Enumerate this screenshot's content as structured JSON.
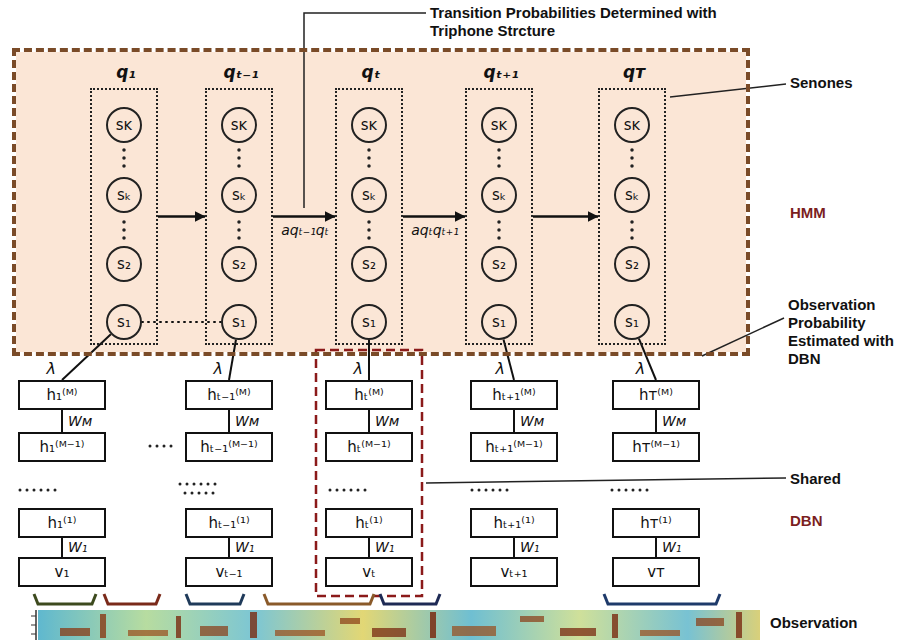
{
  "diagram": {
    "nodes": [
      {
        "text": [
          "HMM"
        ]
      },
      {
        "text": [
          "q₁"
        ],
        "in": 0
      },
      {
        "text": [
          "sᴋ"
        ],
        "in": 1
      },
      {
        "text": [
          "sₖ"
        ],
        "in": 1
      },
      {
        "text": [
          "s₂"
        ],
        "in": 1
      },
      {
        "text": [
          "s₁"
        ],
        "in": 1
      },
      {
        "text": [
          "qₜ₋₁"
        ],
        "in": 0
      },
      {
        "text": [
          "sᴋ"
        ],
        "in": 6
      },
      {
        "text": [
          "sₖ"
        ],
        "in": 6
      },
      {
        "text": [
          "s₂"
        ],
        "in": 6
      },
      {
        "text": [
          "s₁"
        ],
        "in": 6
      },
      {
        "text": [
          "qₜ"
        ],
        "in": 0
      },
      {
        "text": [
          "sᴋ"
        ],
        "in": 11
      },
      {
        "text": [
          "sₖ"
        ],
        "in": 11
      },
      {
        "text": [
          "s₂"
        ],
        "in": 11
      },
      {
        "text": [
          "s₁"
        ],
        "in": 11
      },
      {
        "text": [
          "qₜ₊₁"
        ],
        "in": 0
      },
      {
        "text": [
          "sᴋ"
        ],
        "in": 16
      },
      {
        "text": [
          "sₖ"
        ],
        "in": 16
      },
      {
        "text": [
          "s₂"
        ],
        "in": 16
      },
      {
        "text": [
          "s₁"
        ],
        "in": 16
      },
      {
        "text": [
          "qᴛ"
        ],
        "in": 0
      },
      {
        "text": [
          "sᴋ"
        ],
        "in": 21
      },
      {
        "text": [
          "sₖ"
        ],
        "in": 21
      },
      {
        "text": [
          "s₂"
        ],
        "in": 21
      },
      {
        "text": [
          "s₁"
        ],
        "in": 21
      },
      {
        "text": [
          "h₁⁽ᴹ⁾"
        ]
      },
      {
        "text": [
          "h₁⁽ᴹ⁻¹⁾"
        ]
      },
      {
        "text": [
          "h₁⁽¹⁾"
        ]
      },
      {
        "text": [
          "v₁"
        ]
      },
      {
        "text": [
          "hₜ₋₁⁽ᴹ⁾"
        ]
      },
      {
        "text": [
          "hₜ₋₁⁽ᴹ⁻¹⁾"
        ]
      },
      {
        "text": [
          "hₜ₋₁⁽¹⁾"
        ]
      },
      {
        "text": [
          "vₜ₋₁"
        ]
      },
      {
        "text": [
          "hₜ⁽ᴹ⁾"
        ]
      },
      {
        "text": [
          "hₜ⁽ᴹ⁻¹⁾"
        ]
      },
      {
        "text": [
          "hₜ⁽¹⁾"
        ]
      },
      {
        "text": [
          "vₜ"
        ]
      },
      {
        "text": [
          "hₜ₊₁⁽ᴹ⁾"
        ]
      },
      {
        "text": [
          "hₜ₊₁⁽ᴹ⁻¹⁾"
        ]
      },
      {
        "text": [
          "hₜ₊₁⁽¹⁾"
        ]
      },
      {
        "text": [
          "vₜ₊₁"
        ]
      },
      {
        "text": [
          "hᴛ⁽ᴹ⁾"
        ]
      },
      {
        "text": [
          "hᴛ⁽ᴹ⁻¹⁾"
        ]
      },
      {
        "text": [
          "hᴛ⁽¹⁾"
        ]
      },
      {
        "text": [
          "vᴛ"
        ]
      }
    ],
    "edges": [
      {
        "from": 1,
        "to": 6,
        "arrow": "to"
      },
      {
        "from": 6,
        "to": 11,
        "label": "aqₜ₋₁qₜ",
        "arrow": "to"
      },
      {
        "from": 11,
        "to": 16,
        "label": "aqₜqₜ₊₁",
        "arrow": "to"
      },
      {
        "from": 16,
        "to": 21,
        "arrow": "to"
      },
      {
        "from": 5,
        "to": 26,
        "label": "λ",
        "arrow": "none"
      },
      {
        "from": 10,
        "to": 30,
        "label": "λ",
        "arrow": "none"
      },
      {
        "from": 15,
        "to": 34,
        "label": "λ",
        "arrow": "none"
      },
      {
        "from": 20,
        "to": 38,
        "label": "λ",
        "arrow": "none"
      },
      {
        "from": 25,
        "to": 42,
        "label": "λ",
        "arrow": "none"
      },
      {
        "from": 26,
        "to": 27,
        "label": "Wᴍ",
        "arrow": "none"
      },
      {
        "from": 28,
        "to": 29,
        "label": "W₁",
        "arrow": "none"
      },
      {
        "from": 30,
        "to": 31,
        "label": "Wᴍ",
        "arrow": "none"
      },
      {
        "from": 32,
        "to": 33,
        "label": "W₁",
        "arrow": "none"
      },
      {
        "from": 34,
        "to": 35,
        "label": "Wᴍ",
        "arrow": "none"
      },
      {
        "from": 36,
        "to": 37,
        "label": "W₁",
        "arrow": "none"
      },
      {
        "from": 38,
        "to": 39,
        "label": "Wᴍ",
        "arrow": "none"
      },
      {
        "from": 40,
        "to": 41,
        "label": "W₁",
        "arrow": "none"
      },
      {
        "from": 42,
        "to": 43,
        "label": "Wᴍ",
        "arrow": "none"
      },
      {
        "from": 44,
        "to": 45,
        "label": "W₁",
        "arrow": "none"
      },
      {
        "from": 5,
        "to": 10,
        "arrow": "none"
      }
    ],
    "labels": [
      "Transition Probabilities Determined with Triphone Strcture",
      "Senones",
      "Observation Probability Estimated with DBN",
      "Shared",
      "DBN",
      "Observation"
    ]
  }
}
